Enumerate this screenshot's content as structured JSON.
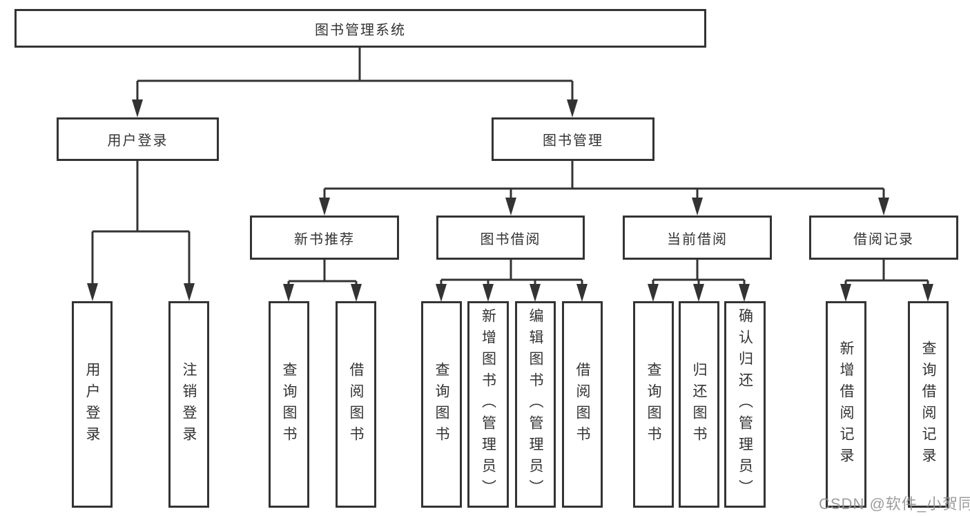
{
  "tree": {
    "root": {
      "label": "图书管理系统"
    },
    "branches": [
      {
        "label": "用户登录",
        "children": [
          {
            "label": "用户登录"
          },
          {
            "label": "注销登录"
          }
        ]
      },
      {
        "label": "图书管理",
        "sections": [
          {
            "label": "新书推荐",
            "children": [
              {
                "label": "查询图书"
              },
              {
                "label": "借阅图书"
              }
            ]
          },
          {
            "label": "图书借阅",
            "children": [
              {
                "label": "查询图书"
              },
              {
                "label": "新增图书（管理员）"
              },
              {
                "label": "编辑图书（管理员）"
              },
              {
                "label": "借阅图书"
              }
            ]
          },
          {
            "label": "当前借阅",
            "children": [
              {
                "label": "查询图书"
              },
              {
                "label": "归还图书"
              },
              {
                "label": "确认归还（管理员）"
              }
            ]
          },
          {
            "label": "借阅记录",
            "children": [
              {
                "label": "新增借阅记录"
              },
              {
                "label": "查询借阅记录"
              }
            ]
          }
        ]
      }
    ]
  },
  "watermark": {
    "text": "CSDN @软件_小贺同学",
    "color": "#949494"
  },
  "colors": {
    "line": "#333333",
    "text": "#333333",
    "background": "#ffffff"
  }
}
